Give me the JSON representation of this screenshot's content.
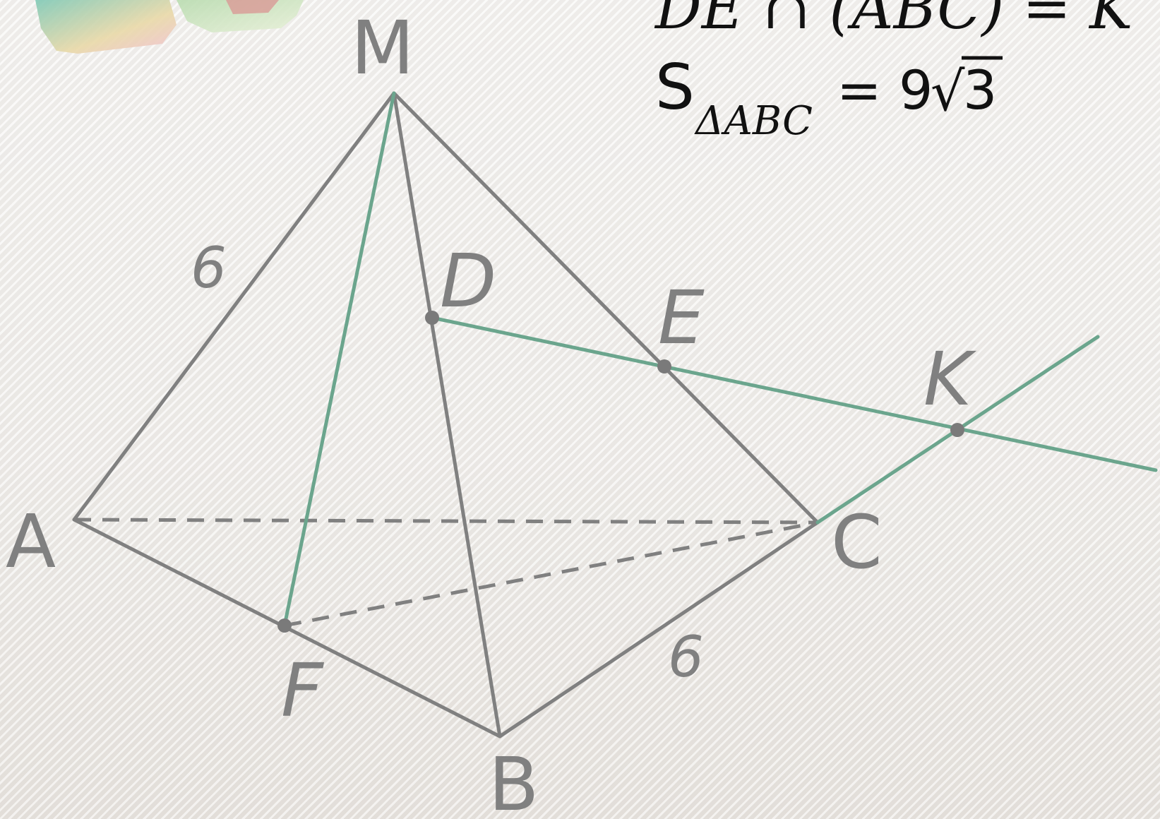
{
  "formula": {
    "line1": "DE ∩ (ABC) = K",
    "area_symbol": "S",
    "area_subscript": "ΔABC",
    "area_equals": "=",
    "area_coef": "9",
    "area_radical": "√",
    "area_radicand": "3"
  },
  "labels": {
    "M": "M",
    "D": "D",
    "E": "E",
    "K": "K",
    "A": "A",
    "C": "C",
    "F": "F",
    "B": "B",
    "edge_AM": "6",
    "edge_BC": "6"
  },
  "colors": {
    "edges": "#808080",
    "construction": "#6ba58d",
    "points": "#7a7a7a"
  }
}
